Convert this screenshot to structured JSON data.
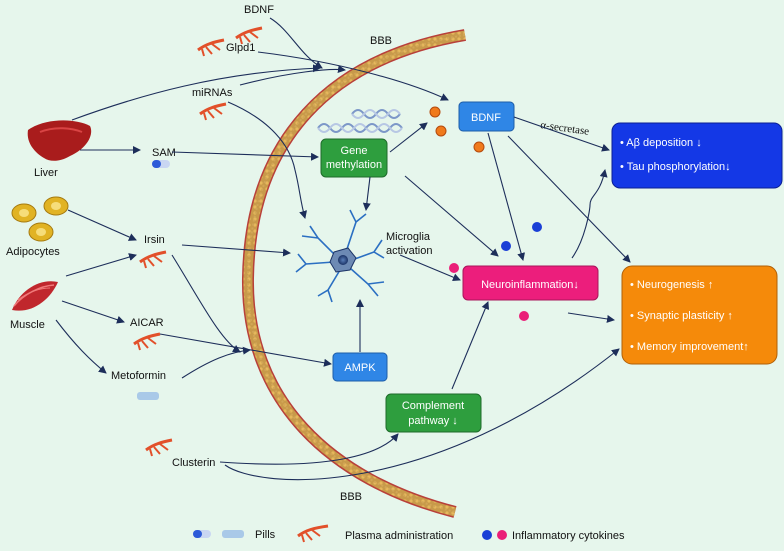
{
  "colors": {
    "background": "#e6f6ec",
    "green_box": "#2e9e3e",
    "blue_box": "#2f86e6",
    "dark_blue_box": "#1438e6",
    "pink_box": "#ec1e7c",
    "orange_box": "#f58a0a",
    "cytokine_blue": "#1a3fd6",
    "cytokine_pink": "#ea1f78",
    "arrow": "#1d2e5a"
  },
  "barrier": {
    "label_top": "BBB",
    "label_bottom": "BBB"
  },
  "sources": {
    "liver": "Liver",
    "adipocytes": "Adipocytes",
    "muscle": "Muscle"
  },
  "factors": {
    "bdnf_top": "BDNF",
    "glpd1": "Glpd1",
    "mirnas": "miRNAs",
    "sam": "SAM",
    "irsin": "Irsin",
    "aicar": "AICAR",
    "metoformin": "Metoformin",
    "clusterin": "Clusterin"
  },
  "nodes": {
    "gene_methylation": [
      "Gene",
      "methylation"
    ],
    "bdnf_box": "BDNF",
    "alpha_secretase": "α-secretase",
    "microglia": [
      "Microglia",
      "activation"
    ],
    "neuroinflammation": "Neuroinflammation↓",
    "ampk": "AMPK",
    "complement": [
      "Complement",
      "pathway ↓"
    ],
    "outcome_blue": [
      "• Aβ  deposition  ↓",
      "• Tau phosphorylation↓"
    ],
    "outcome_orange": [
      "• Neurogenesis  ↑",
      "• Synaptic  plasticity ↑",
      "• Memory improvement↑"
    ]
  },
  "legend": {
    "pills": "Pills",
    "plasma": "Plasma administration",
    "cytokines": "Inflammatory cytokines"
  }
}
